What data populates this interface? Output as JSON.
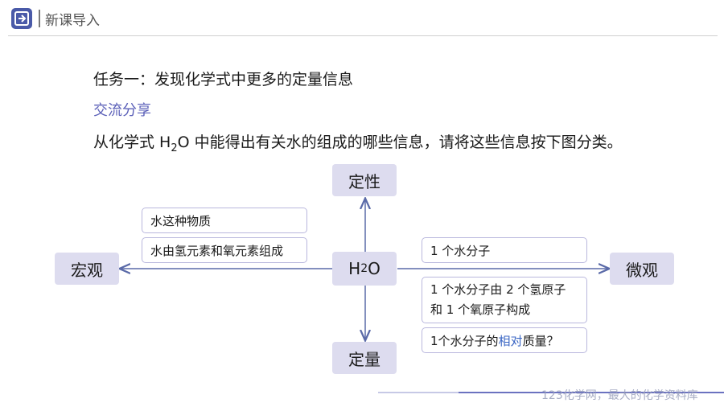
{
  "header": {
    "title": "新课导入"
  },
  "content": {
    "task_title": "任务一：发现化学式中更多的定量信息",
    "share_label": "交流分享",
    "question_before": "从化学式 H",
    "question_sub": "2",
    "question_after": "O 中能得出有关水的组成的哪些信息，请将这些信息按下图分类。"
  },
  "diagram": {
    "center_main": "H",
    "center_sub": "2",
    "center_tail": "O",
    "top": "定性",
    "bottom": "定量",
    "left": "宏观",
    "right": "微观",
    "left_boxes": [
      "水这种物质",
      "水由氢元素和氧元素组成"
    ],
    "right_box1": "1 个水分子",
    "right_box2_line1": "1 个水分子由 2 个氢原子",
    "right_box2_line2": "和 1 个氧原子构成",
    "right_box3_pre": "1个水分子的",
    "right_box3_hl": "相对",
    "right_box3_post": "质量？"
  },
  "watermark": "123化学网，最大的化学资料库",
  "colors": {
    "accent": "#4a5aa8",
    "node_bg": "#dddcef",
    "box_border": "#b9b7dd",
    "arrow": "#5a6aa8",
    "highlight": "#3a66c4"
  }
}
